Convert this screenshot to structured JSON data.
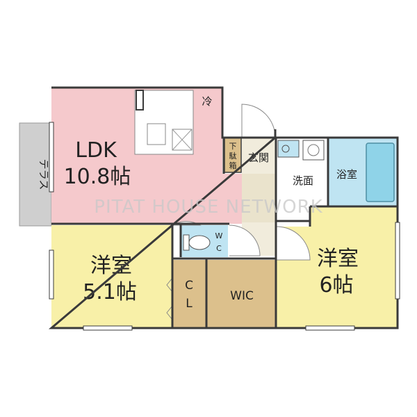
{
  "colors": {
    "ldk": "#f5c9cc",
    "western": "#f8f0a8",
    "storage": "#dcc08c",
    "wet": "#bfe4f2",
    "entrance": "#f1ecdc",
    "terrace": "#cfcfcf",
    "wall": "#3a3a3a",
    "bath_tub": "#8fd3e8"
  },
  "rooms": {
    "ldk": {
      "name": "LDK",
      "size": "10.8帖"
    },
    "western_left": {
      "name": "洋室",
      "size": "5.1帖"
    },
    "western_right": {
      "name": "洋室",
      "size": "6帖"
    },
    "wic": {
      "name": "WIC"
    },
    "cl": {
      "line1": "C",
      "line2": "L"
    },
    "wc": {
      "line1": "W",
      "line2": "C"
    },
    "entrance": {
      "name": "玄関"
    },
    "shoe_box": {
      "line1": "下",
      "line2": "駄",
      "line3": "箱"
    },
    "washroom": {
      "name": "洗面"
    },
    "bathroom": {
      "name": "浴室"
    },
    "fridge": {
      "name": "冷"
    },
    "terrace": {
      "name": "テラス"
    }
  },
  "watermark": "PITAT HOUSE NETWORK"
}
